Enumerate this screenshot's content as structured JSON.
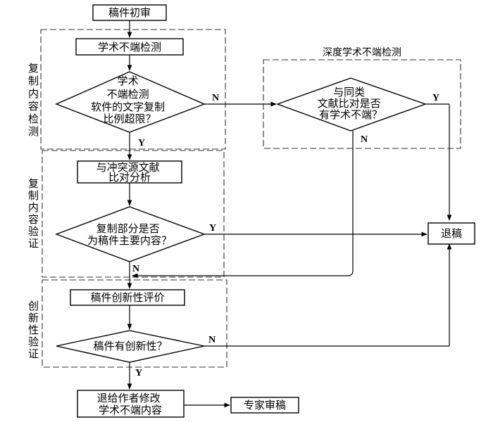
{
  "nodes": {
    "initial_review": "稿件初审",
    "detection": "学术不端检测",
    "q_over_limit": [
      "学术",
      "不端检测",
      "软件的文字复制",
      "比例超限？"
    ],
    "conflict_compare": [
      "与冲突源文献",
      "比对分析"
    ],
    "q_main_content": [
      "复制部分是否",
      "为稿件主要内容？"
    ],
    "innovation_eval": "稿件创新性评价",
    "q_innovative": "稿件有创新性？",
    "return_modify": [
      "退给作者修改",
      "学术不端内容"
    ],
    "expert_review": "专家审稿",
    "q_similar": [
      "与同类",
      "文献比对是否",
      "有学术不端？"
    ],
    "reject": "退稿"
  },
  "groups": {
    "copy_detection": [
      "复",
      "制",
      "内",
      "容",
      "检",
      "测"
    ],
    "copy_verification": [
      "复",
      "制",
      "内",
      "容",
      "验",
      "证"
    ],
    "innovation_verification": [
      "创",
      "新",
      "性",
      "验",
      "证"
    ],
    "deep_detection_title": "深度学术不端检测"
  },
  "edge_labels": {
    "yes": "Y",
    "no": "N"
  }
}
